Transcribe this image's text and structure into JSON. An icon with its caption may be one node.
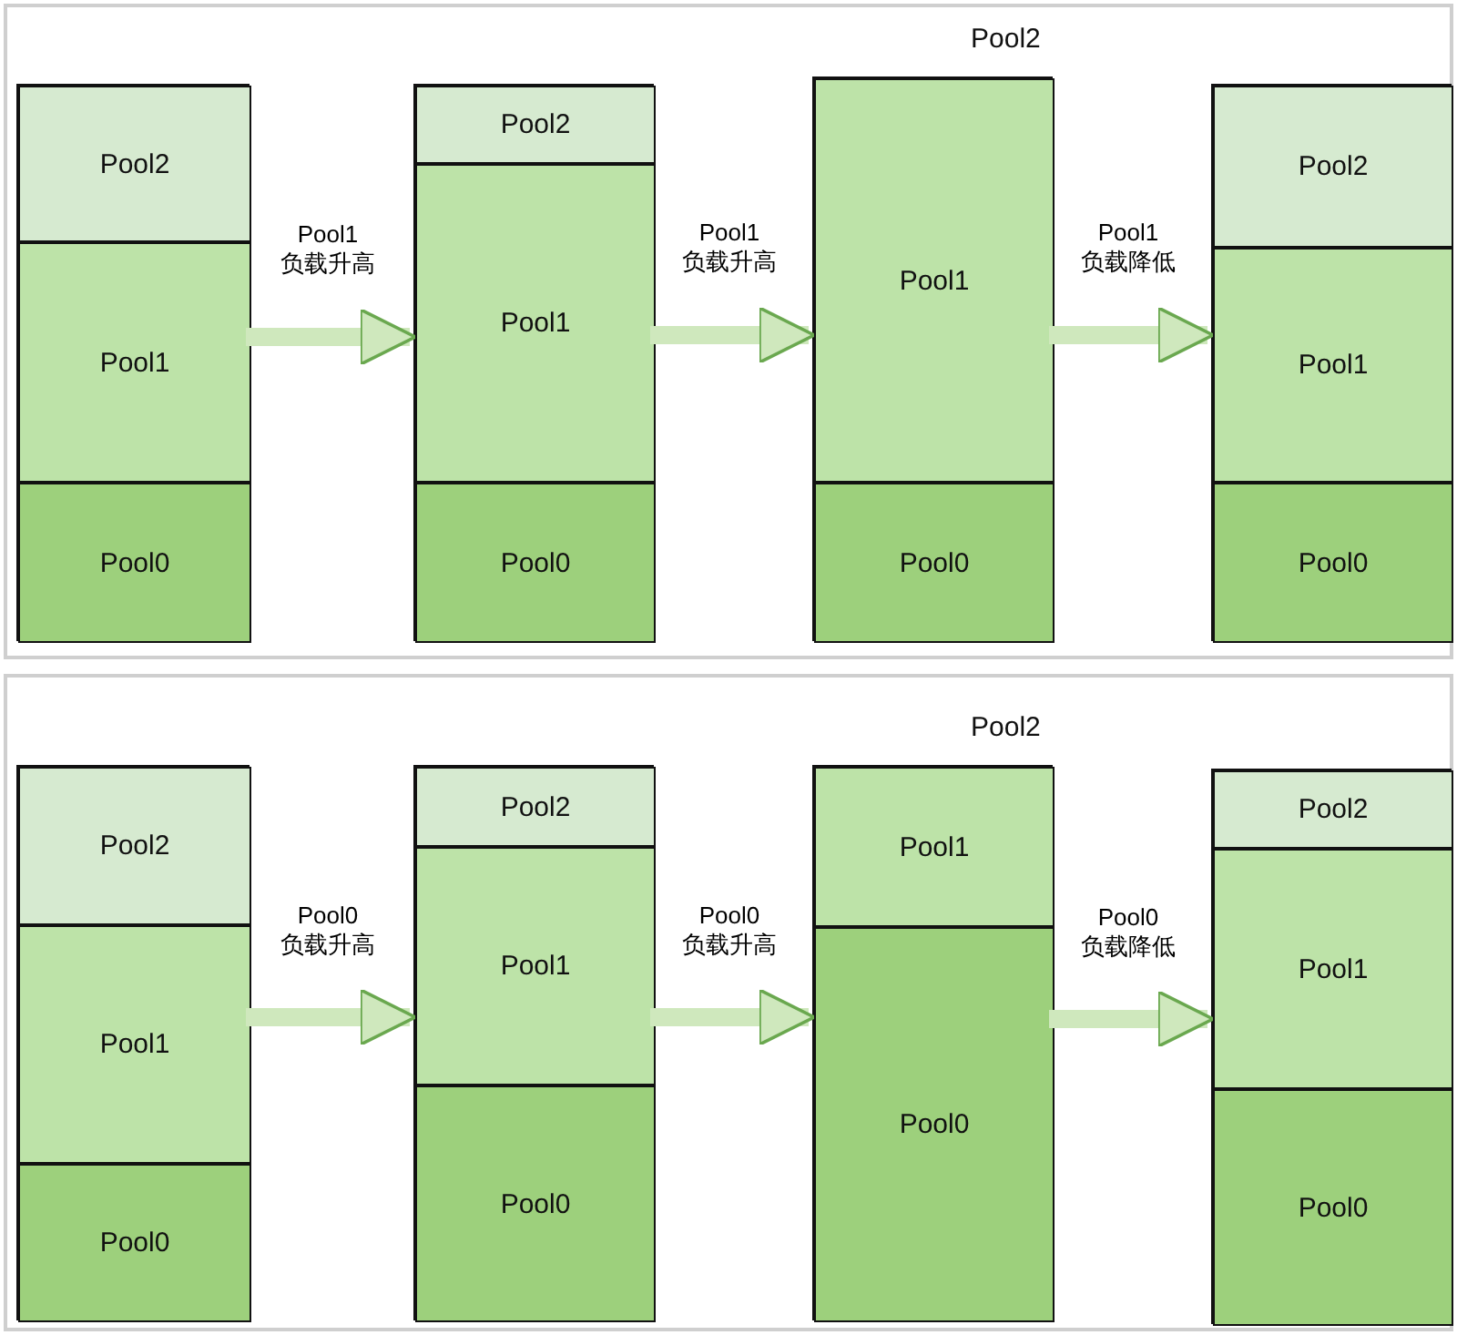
{
  "diagram": {
    "nodes": [
      {
        "text": [],
        "shape": "box"
      },
      {
        "text": [],
        "shape": "box",
        "in": 0
      },
      {
        "text": [
          "Pool2"
        ],
        "in": 1
      },
      {
        "text": [
          "Pool1"
        ],
        "in": 1
      },
      {
        "text": [
          "Pool0"
        ],
        "in": 1
      },
      {
        "text": [],
        "shape": "box",
        "in": 0
      },
      {
        "text": [
          "Pool2"
        ],
        "in": 5
      },
      {
        "text": [
          "Pool1"
        ],
        "in": 5
      },
      {
        "text": [
          "Pool0"
        ],
        "in": 5
      },
      {
        "text": [],
        "shape": "box",
        "in": 0,
        "beside": [
          "Pool2"
        ]
      },
      {
        "text": [
          "Pool1"
        ],
        "in": 9
      },
      {
        "text": [
          "Pool0"
        ],
        "in": 9
      },
      {
        "text": [],
        "shape": "box",
        "in": 0
      },
      {
        "text": [
          "Pool2"
        ],
        "in": 12
      },
      {
        "text": [
          "Pool1"
        ],
        "in": 12
      },
      {
        "text": [
          "Pool0"
        ],
        "in": 12
      },
      {
        "text": [],
        "shape": "box"
      },
      {
        "text": [],
        "shape": "box",
        "in": 16
      },
      {
        "text": [
          "Pool2"
        ],
        "in": 17
      },
      {
        "text": [
          "Pool1"
        ],
        "in": 17
      },
      {
        "text": [
          "Pool0"
        ],
        "in": 17
      },
      {
        "text": [],
        "shape": "box",
        "in": 16
      },
      {
        "text": [
          "Pool2"
        ],
        "in": 21
      },
      {
        "text": [
          "Pool1"
        ],
        "in": 21
      },
      {
        "text": [
          "Pool0"
        ],
        "in": 21
      },
      {
        "text": [],
        "shape": "box",
        "in": 16,
        "beside": [
          "Pool2"
        ]
      },
      {
        "text": [
          "Pool1"
        ],
        "in": 25
      },
      {
        "text": [
          "Pool0"
        ],
        "in": 25
      },
      {
        "text": [],
        "shape": "box",
        "in": 16
      },
      {
        "text": [
          "Pool2"
        ],
        "in": 28
      },
      {
        "text": [
          "Pool1"
        ],
        "in": 28
      },
      {
        "text": [
          "Pool0"
        ],
        "in": 28
      }
    ],
    "edges": [
      {
        "from": 1,
        "to": 5,
        "arrow": "to",
        "label": "Pool1 负载升高"
      },
      {
        "from": 5,
        "to": 9,
        "arrow": "to",
        "label": "Pool1 负载升高"
      },
      {
        "from": 9,
        "to": 12,
        "arrow": "to",
        "label": "Pool1 负载降低"
      },
      {
        "from": 17,
        "to": 21,
        "arrow": "to",
        "label": "Pool0 负载升高"
      },
      {
        "from": 21,
        "to": 25,
        "arrow": "to",
        "label": "Pool0 负载升高"
      },
      {
        "from": 25,
        "to": 28,
        "arrow": "to",
        "label": "Pool0 负载降低"
      }
    ]
  }
}
